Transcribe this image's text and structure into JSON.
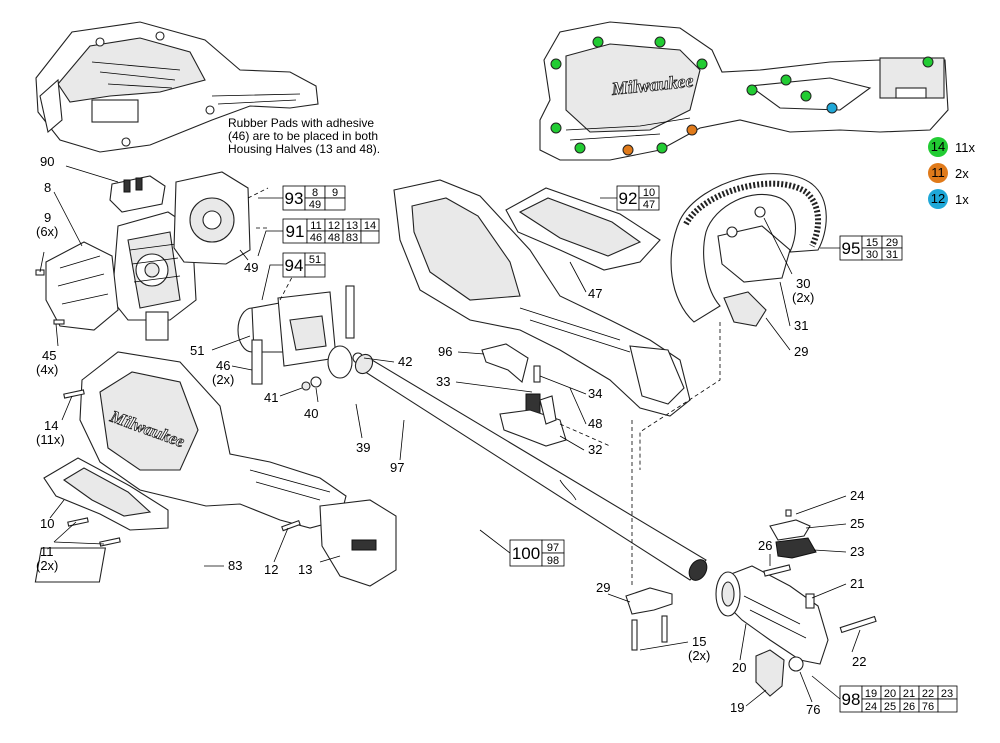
{
  "note": {
    "lines": [
      "Rubber Pads with adhesive",
      "(46) are to be placed in both",
      "Housing Halves (13 and 48)."
    ]
  },
  "legend": [
    {
      "badge": "14",
      "count": "11x",
      "color": "#22cc33"
    },
    {
      "badge": "11",
      "count": "2x",
      "color": "#e07a1a"
    },
    {
      "badge": "12",
      "count": "1x",
      "color": "#1fa8d8"
    }
  ],
  "brand_text": "Milwaukee",
  "kits": {
    "k93": {
      "number": "93",
      "parts": [
        "8",
        "9",
        "49"
      ]
    },
    "k91": {
      "number": "91",
      "parts": [
        "11",
        "12",
        "13",
        "14",
        "46",
        "48",
        "83"
      ]
    },
    "k94": {
      "number": "94",
      "parts": [
        "51"
      ]
    },
    "k92": {
      "number": "92",
      "parts": [
        "10",
        "47"
      ]
    },
    "k95": {
      "number": "95",
      "parts": [
        "15",
        "29",
        "30",
        "31"
      ]
    },
    "k100": {
      "number": "100",
      "parts": [
        "97",
        "98"
      ]
    },
    "k98": {
      "number": "98",
      "parts": [
        "19",
        "20",
        "21",
        "22",
        "23",
        "24",
        "25",
        "26",
        "76"
      ]
    }
  },
  "callouts": {
    "c90": "90",
    "c8": "8",
    "c9": "9",
    "c9q": "(6x)",
    "c49": "49",
    "c45": "45",
    "c45q": "(4x)",
    "c51": "51",
    "c46": "46",
    "c46q": "(2x)",
    "c41": "41",
    "c40": "40",
    "c42": "42",
    "c14": "14",
    "c14q": "(11x)",
    "c39": "39",
    "c97": "97",
    "c10": "10",
    "c11": "11",
    "c11q": "(2x)",
    "c12": "12",
    "c13": "13",
    "c83": "83",
    "c96": "96",
    "c33": "33",
    "c34": "34",
    "c48": "48",
    "c32": "32",
    "c47": "47",
    "c30": "30",
    "c30q": "(2x)",
    "c31": "31",
    "c29a": "29",
    "c24": "24",
    "c25": "25",
    "c23": "23",
    "c26": "26",
    "c21": "21",
    "c29b": "29",
    "c15": "15",
    "c15q": "(2x)",
    "c20": "20",
    "c22": "22",
    "c19": "19",
    "c76": "76"
  }
}
